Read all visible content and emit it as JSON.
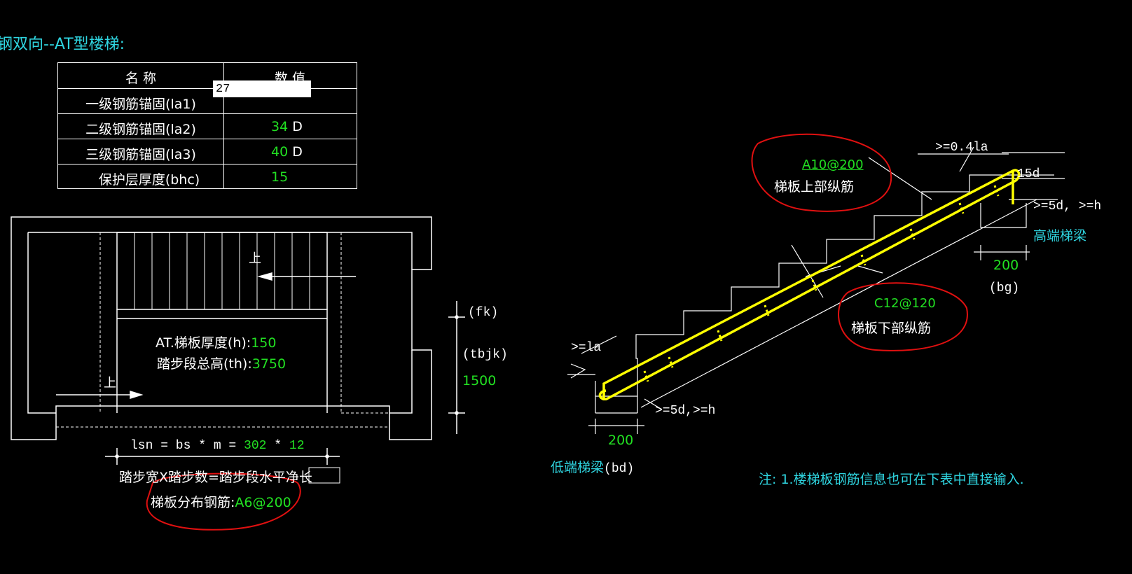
{
  "header": {
    "title": "钢双向--AT型楼梯:"
  },
  "params_table": {
    "col_name": "名  称",
    "col_value": "数  值",
    "rows": [
      {
        "name": "一级钢筋锚固(la1)",
        "value": "27",
        "unit": ""
      },
      {
        "name": "二级钢筋锚固(la2)",
        "value": "34",
        "unit": "D"
      },
      {
        "name": "三级钢筋锚固(la3)",
        "value": "40",
        "unit": "D"
      },
      {
        "name": "保护层厚度(bhc)",
        "value": "15",
        "unit": ""
      }
    ]
  },
  "plan": {
    "up_label": "上",
    "up_label2": "上",
    "thickness_label": "AT.梯板厚度(h):",
    "thickness_value": "150",
    "height_label": "踏步段总高(th):",
    "height_value": "3750",
    "fk_label": "(fk)",
    "tbjk_label": "(tbjk)",
    "tbjk_value": "1500",
    "lsn_label": "lsn = bs * m =",
    "bs_value": "302",
    "times": "*",
    "m_value": "12",
    "formula_text": "踏步宽X踏步数=踏步段水平净长",
    "dist_label": "梯板分布钢筋:",
    "dist_value": "A6@200"
  },
  "section": {
    "top_bar_value": "A10@200",
    "top_bar_label": "梯板上部纵筋",
    "bottom_bar_value": "C12@120",
    "bottom_bar_label": "梯板下部纵筋",
    "anchor_top": ">=0.4la",
    "hook_15d": "15d",
    "anchor_right": ">=5d, >=h",
    "high_beam_label": "高端梯梁",
    "high_beam_width": "200",
    "high_beam_code": "(bg)",
    "anchor_left": ">=la",
    "anchor_left_bottom": ">=5d,>=h",
    "low_beam_width": "200",
    "low_beam_label": "低端梯梁",
    "low_beam_code": "(bd)",
    "note": "注: 1.楼梯板钢筋信息也可在下表中直接输入."
  },
  "colors": {
    "cyan": "#2fd5e0",
    "green": "#22e022",
    "yellow": "#ffff00",
    "red": "#e01010"
  }
}
